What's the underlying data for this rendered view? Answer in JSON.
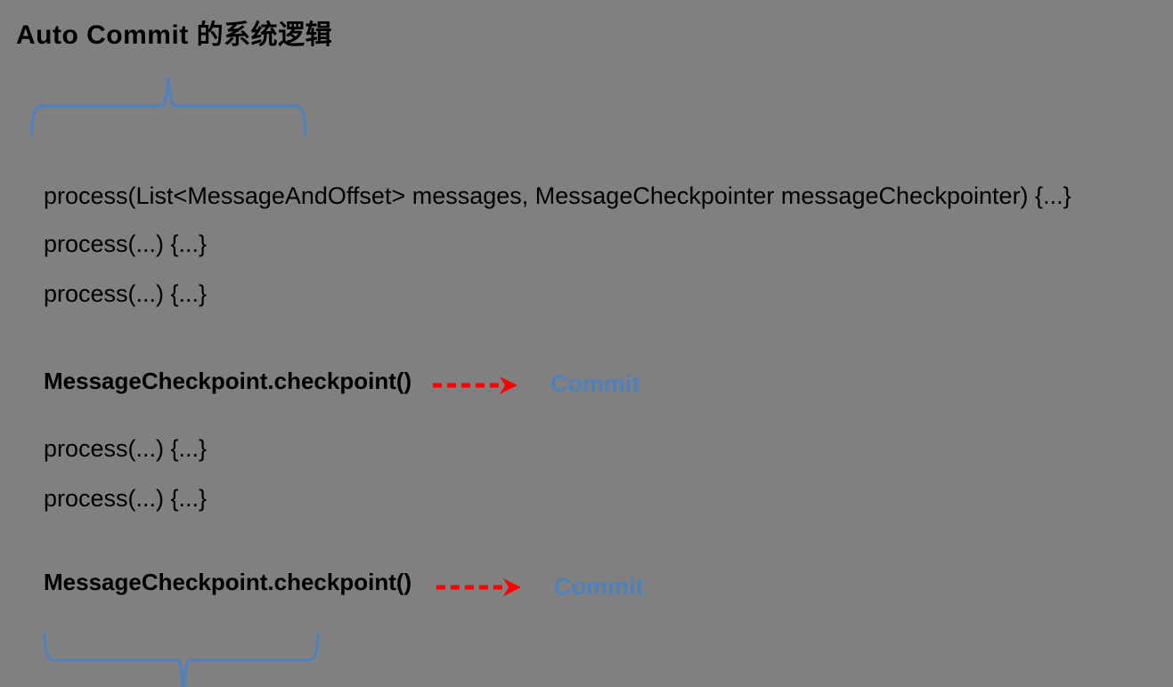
{
  "title": "Auto Commit 的系统逻辑",
  "colors": {
    "background": "#808080",
    "text": "#000000",
    "accent_blue": "#4F81BD",
    "arrow_red": "#FF0000"
  },
  "lines": [
    {
      "text": "process(List<MessageAndOffset> messages, MessageCheckpointer messageCheckpointer) {...}"
    },
    {
      "text": "process(...) {...}"
    },
    {
      "text": "process(...) {...}"
    },
    {
      "text": "MessageCheckpoint.checkpoint()",
      "commit": "Commit"
    },
    {
      "text": "process(...) {...}"
    },
    {
      "text": "process(...) {...}"
    },
    {
      "text": "MessageCheckpoint.checkpoint()",
      "commit": "Commit"
    }
  ],
  "annotations": {
    "top_brace": "curly-brace-pointing-up",
    "bottom_brace": "curly-brace-pointing-down",
    "arrow_style": "red-dashed-arrow-right"
  }
}
